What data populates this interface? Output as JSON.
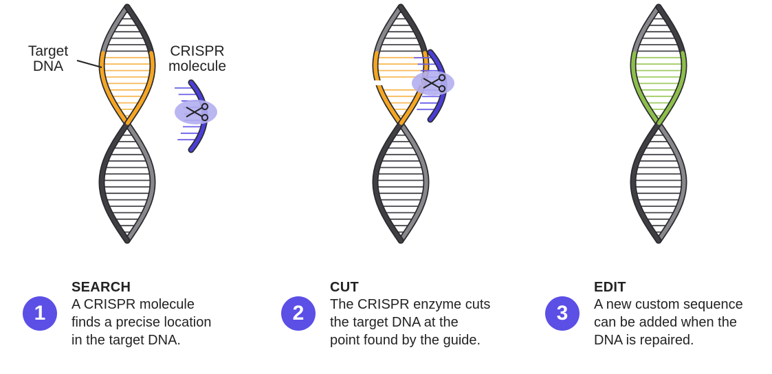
{
  "annotations": {
    "target_label": [
      "Target",
      "DNA"
    ],
    "crispr_label": [
      "CRISPR",
      "molecule"
    ]
  },
  "steps": [
    {
      "number": "1",
      "title": "SEARCH",
      "lines": [
        "A CRISPR molecule",
        "finds a precise location",
        "in the target DNA."
      ],
      "highlight": "orange",
      "crispr": "separate"
    },
    {
      "number": "2",
      "title": "CUT",
      "lines": [
        "The CRISPR enzyme cuts",
        "the target DNA at the",
        "point found by the guide."
      ],
      "highlight": "orange",
      "crispr": "attached"
    },
    {
      "number": "3",
      "title": "EDIT",
      "lines": [
        "A new custom sequence",
        "can be added when the",
        "DNA is repaired."
      ],
      "highlight": "green",
      "crispr": "none"
    }
  ],
  "colors": {
    "strand_dark": "#404044",
    "strand_light": "#88888c",
    "rung": "#44444a",
    "target_orange": "#f5a623",
    "target_orange_rung": "#f7b955",
    "edit_green": "#8dbf4a",
    "edit_green_rung": "#9fcb62",
    "crispr_blue": "#4a3ed6",
    "crispr_rung": "#6a5ee8",
    "scissors_bg": "#b3aef0",
    "badge": "#5b4fe6"
  },
  "icons": [
    "dna-helix",
    "scissors-icon",
    "crispr-molecule"
  ]
}
